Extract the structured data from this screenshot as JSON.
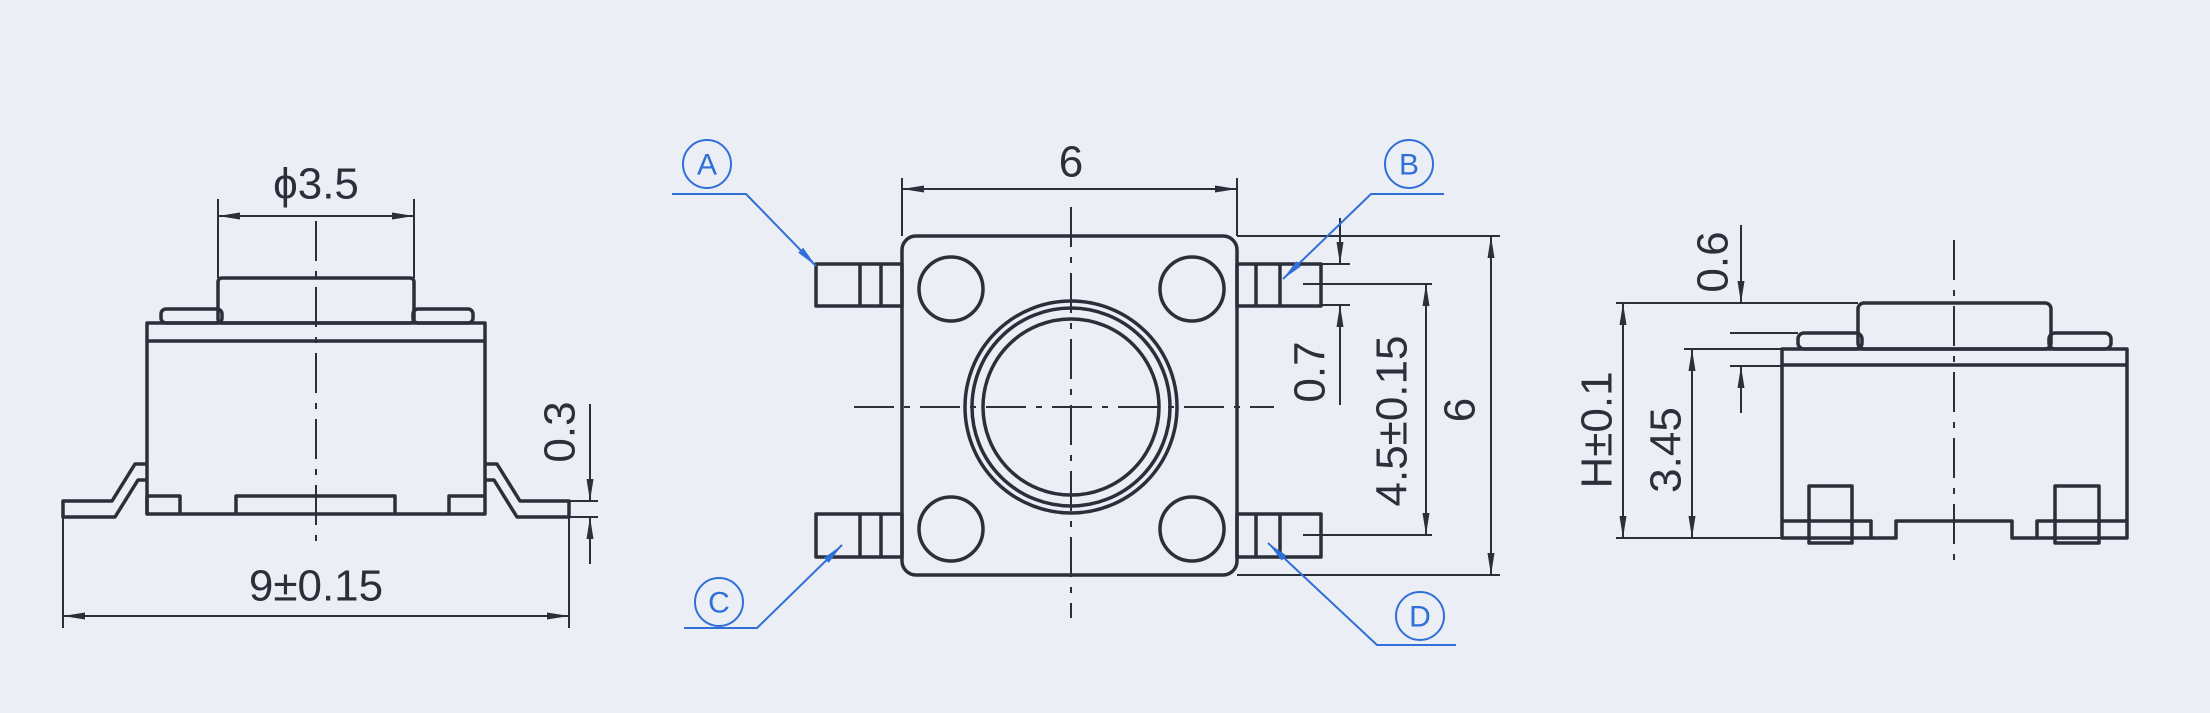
{
  "colors": {
    "background": "#eceef6",
    "line": "#2b2f3a",
    "callout": "#2f6fd8"
  },
  "side_view": {
    "button_diameter": "ϕ3.5",
    "overall_width": "9±0.15",
    "lead_thickness": "0.3"
  },
  "top_view": {
    "body_width": "6",
    "body_height": "6",
    "pin_pitch": "4.5±0.15",
    "pin_width": "0.7",
    "callouts": [
      "A",
      "B",
      "C",
      "D"
    ]
  },
  "front_view": {
    "total_height": "H±0.1",
    "body_height": "3.45",
    "cap_height": "0.6"
  }
}
